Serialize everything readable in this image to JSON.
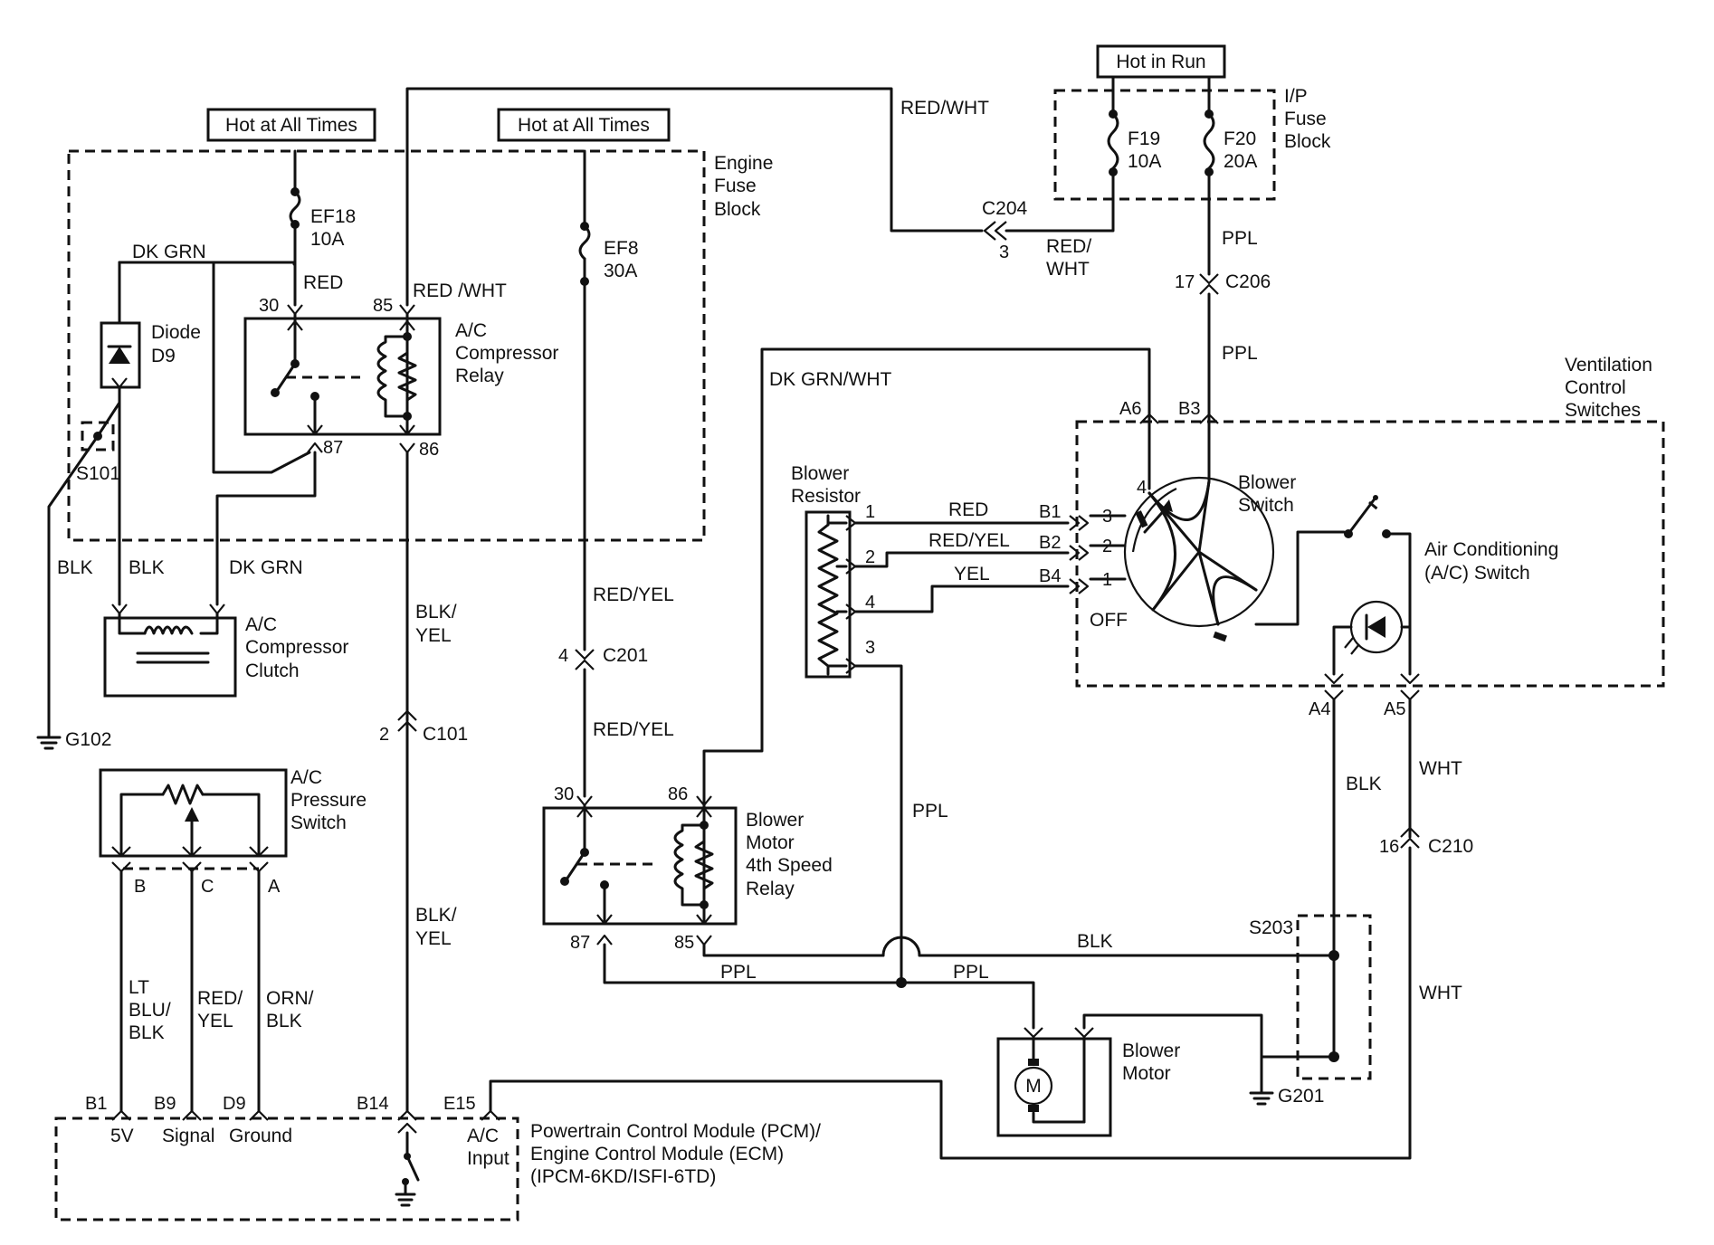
{
  "headers": {
    "hot_all_left": "Hot at All Times",
    "hot_all_mid": "Hot at All Times",
    "hot_run": "Hot in Run"
  },
  "blocks": {
    "engine_fuse_block": [
      "Engine",
      "Fuse",
      "Block"
    ],
    "ip_fuse_block": [
      "I/P",
      "Fuse",
      "Block"
    ],
    "ventilation": [
      "Ventilation",
      "Control",
      "Switches"
    ]
  },
  "fuses": {
    "ef18": [
      "EF18",
      "10A"
    ],
    "ef8": [
      "EF8",
      "30A"
    ],
    "f19": [
      "F19",
      "10A"
    ],
    "f20": [
      "F20",
      "20A"
    ]
  },
  "components": {
    "diode": [
      "Diode",
      "D9"
    ],
    "ac_relay": [
      "A/C",
      "Compressor",
      "Relay"
    ],
    "ac_clutch": [
      "A/C",
      "Compressor",
      "Clutch"
    ],
    "pressure_switch": [
      "A/C",
      "Pressure",
      "Switch"
    ],
    "blower_resistor": [
      "Blower",
      "Resistor"
    ],
    "blower_switch": [
      "Blower",
      "Switch"
    ],
    "ac_switch": [
      "Air Conditioning",
      "(A/C) Switch"
    ],
    "blower_relay": [
      "Blower",
      "Motor",
      "4th Speed",
      "Relay"
    ],
    "blower_motor": [
      "Blower",
      "Motor"
    ],
    "motor_symbol": "M",
    "pcm": [
      "Powertrain Control Module (PCM)/",
      "Engine Control Module (ECM)",
      "(IPCM-6KD/ISFI-6TD)"
    ]
  },
  "wires": {
    "dk_grn_top": "DK GRN",
    "red_ef18": "RED",
    "red_wht_85": "RED /WHT",
    "red_wht_top": "RED/WHT",
    "red_wht_f19": [
      "RED/",
      "WHT"
    ],
    "ppl_1": "PPL",
    "ppl_2": "PPL",
    "dk_grn_wht": "DK GRN/WHT",
    "blk_s101": "BLK",
    "blk_clutch": "BLK",
    "dk_grn_clutch": "DK GRN",
    "blk_yel_1": [
      "BLK/",
      "YEL"
    ],
    "blk_yel_2": [
      "BLK/",
      "YEL"
    ],
    "red_yel_1": "RED/YEL",
    "red_yel_2": "RED/YEL",
    "res_red": "RED",
    "res_red_yel": "RED/YEL",
    "res_yel": "YEL",
    "ppl_res": "PPL",
    "blk_a4": "BLK",
    "wht_a5": "WHT",
    "blk_85": "BLK",
    "ppl_87": "PPL",
    "ppl_motor": "PPL",
    "wht_lower": "WHT",
    "lt_blu_blk": [
      "LT",
      "BLU/",
      "BLK"
    ],
    "red_yel_c": [
      "RED/",
      "YEL"
    ],
    "orn_blk": [
      "ORN/",
      "BLK"
    ]
  },
  "connectors": {
    "c204": "C204",
    "c204_pin": "3",
    "c206": "C206",
    "c206_pin": "17",
    "c201": "C201",
    "c201_pin": "4",
    "c101": "C101",
    "c101_pin": "2",
    "c210": "C210",
    "c210_pin": "16",
    "s101": "S101",
    "s203": "S203"
  },
  "grounds": {
    "g102": "G102",
    "g201": "G201"
  },
  "pins": {
    "r30": "30",
    "r85": "85",
    "r87": "87",
    "r86": "86",
    "b30": "30",
    "b86": "86",
    "b87": "87",
    "b85": "85",
    "a6": "A6",
    "b3": "B3",
    "a4": "A4",
    "a5": "A5",
    "b1": "B1",
    "b2": "B2",
    "b4": "B4",
    "sw3": "3",
    "sw2": "2",
    "sw1": "1",
    "off": "OFF",
    "res1": "1",
    "res2": "2",
    "res4": "4",
    "res3": "3",
    "ps_b": "B",
    "ps_c": "C",
    "ps_a": "A",
    "swnum4": "4",
    "pcm_b1": "B1",
    "pcm_b9": "B9",
    "pcm_d9": "D9",
    "pcm_b14": "B14",
    "pcm_e15": "E15",
    "pcm_5v": "5V",
    "pcm_signal": "Signal",
    "pcm_ground": "Ground",
    "pcm_ac_input": [
      "A/C",
      "Input"
    ]
  }
}
